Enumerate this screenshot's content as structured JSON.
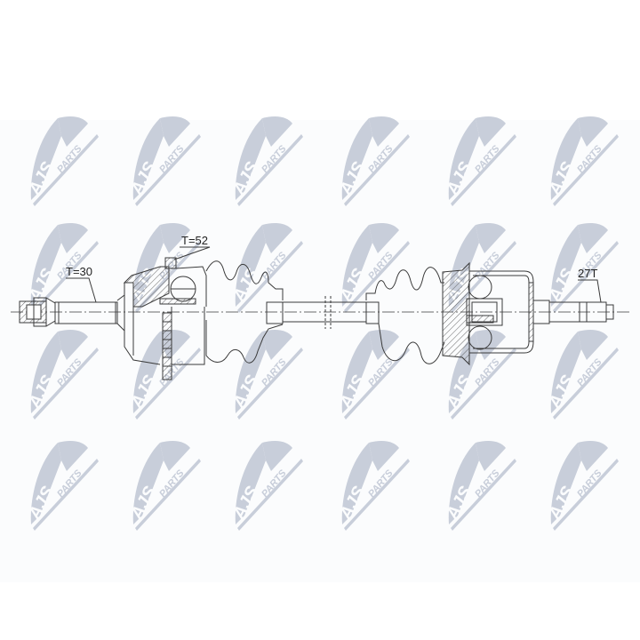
{
  "diagram": {
    "title": "CV drive shaft technical drawing",
    "watermark": {
      "text_main": "AJS",
      "text_sub": "PARTS",
      "color": "#c8ceda",
      "columns_x": [
        70,
        185,
        300,
        420,
        540,
        655
      ],
      "rows_y": [
        180,
        300,
        420,
        545
      ]
    },
    "labels": {
      "left_spline": "T=30",
      "abs_ring": "T=52",
      "right_spline": "27T"
    },
    "colors": {
      "line": "#3a3a3a",
      "hatch": "#555555",
      "background": "#ffffff",
      "panel": "#fbfcfd"
    }
  }
}
